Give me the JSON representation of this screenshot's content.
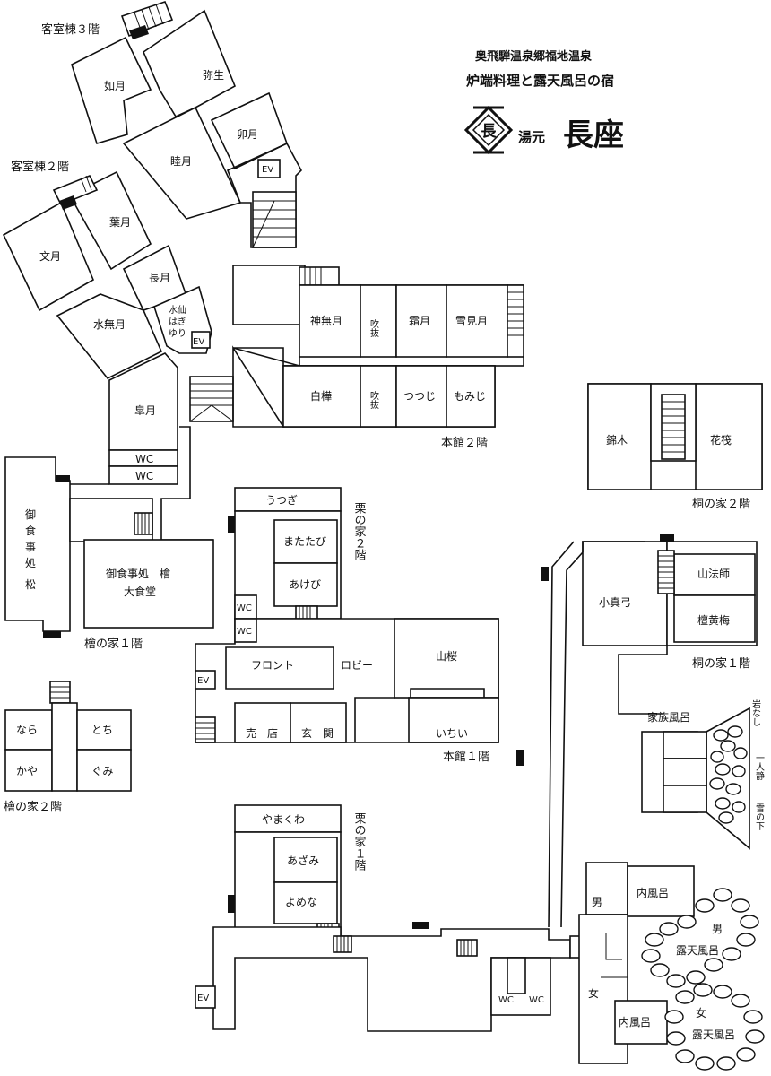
{
  "header": {
    "line1": "奥飛騨温泉郷福地温泉",
    "line2": "炉端料理と露天風呂の宿",
    "prefix": "湯元",
    "name": "長座",
    "logo_text": "長"
  },
  "sections": {
    "kyakushitsu3": "客室棟３階",
    "kyakushitsu2": "客室棟２階",
    "honkan2": "本館２階",
    "honkan1": "本館１階",
    "kiri2": "桐の家２階",
    "kiri1": "桐の家１階",
    "hinoki1": "檜の家１階",
    "hinoki2": "檜の家２階",
    "kuri2": "栗の家２階",
    "kuri1": "栗の家１階"
  },
  "rooms": {
    "kisaragi": "如月",
    "yayoi": "弥生",
    "uzuki": "卯月",
    "mutsuki": "睦月",
    "fuzuki": "文月",
    "hazuki": "葉月",
    "nagatsuki": "長月",
    "minazuki": "水無月",
    "suisen": "水仙",
    "hagi": "はぎ",
    "yuri": "ゆり",
    "satsuki": "皐月",
    "kannazuki": "神無月",
    "fukinuke": "吹抜",
    "shimotsuki": "霜月",
    "yukimizuki": "雪見月",
    "shirakaba": "白樺",
    "tsutsuji": "つつじ",
    "momiji": "もみじ",
    "nishikigi": "錦木",
    "hanaikada": "花筏",
    "matsu_l1": "御",
    "matsu_l2": "食",
    "matsu_l3": "事",
    "matsu_l4": "処",
    "matsu_l5": "松",
    "hinoki_line1": "御食事処　檜",
    "hinoki_line2": "大食堂",
    "utsugi": "うつぎ",
    "matatabi": "またたび",
    "akebi": "あけび",
    "front": "フロント",
    "lobby": "ロビー",
    "yamazakura": "山桜",
    "baiten": "売　店",
    "genkan": "玄　関",
    "ichii": "いちい",
    "nara": "なら",
    "tochi": "とち",
    "kaya": "かや",
    "gumi": "ぐみ",
    "komayumi": "小真弓",
    "yamaboushi": "山法師",
    "dankoubai": "檀黄梅",
    "kazoku_buro": "家族風呂",
    "iwanashi": "岩なし",
    "hitorishizuka": "一人静",
    "yukinoshita": "雪の下",
    "yamakuwa": "やまくわ",
    "azami": "あざみ",
    "yomena": "よめな",
    "otoko": "男",
    "onna": "女",
    "uchiburo": "内風呂",
    "rotenburo": "露天風呂"
  },
  "labels": {
    "ev": "EV",
    "wc": "WC"
  }
}
